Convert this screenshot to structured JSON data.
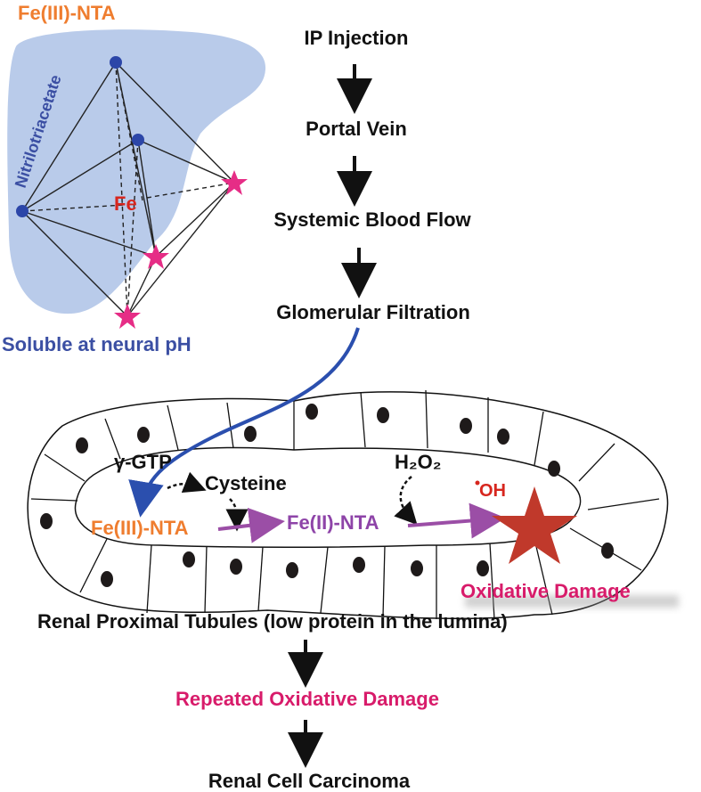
{
  "complex": {
    "title": "Fe(III)-NTA",
    "ligand_label": "Nitrilotriacetate",
    "center_label": "Fe",
    "caption": "Soluble at neural pH"
  },
  "flow": {
    "step1": "IP Injection",
    "step2": "Portal Vein",
    "step3": "Systemic Blood Flow",
    "step4": "Glomerular Filtration",
    "tubule_caption": "Renal Proximal Tubules (low protein in the lumina)",
    "step5": "Repeated Oxidative Damage",
    "step6": "Renal Cell Carcinoma"
  },
  "tubule": {
    "enzyme": "γ-GTP",
    "cysteine": "Cysteine",
    "peroxide": "H₂O₂",
    "radical": "OH",
    "fe3": "Fe(III)-NTA",
    "fe2": "Fe(II)-NTA",
    "damage": "Oxidative Damage"
  },
  "colors": {
    "ligand_fill": "#b9cbea",
    "blue_dot": "#2c46a8",
    "pink_star": "#e62d86",
    "big_star": "#c0392b",
    "purple_arrow": "#9b4ea6",
    "blue_arrow": "#2b4fae"
  }
}
